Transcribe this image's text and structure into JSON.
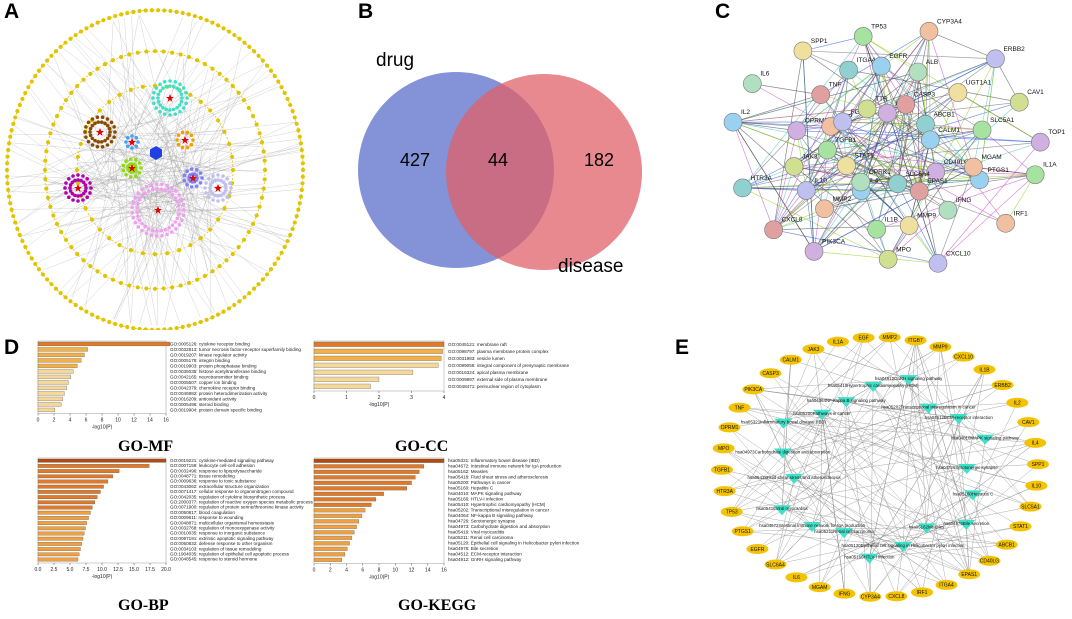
{
  "panels": {
    "a": {
      "label": "A"
    },
    "b": {
      "label": "B",
      "venn": {
        "left_label": "drug",
        "right_label": "disease",
        "left_only": "427",
        "overlap": "44",
        "right_only": "182"
      }
    },
    "c": {
      "label": "C",
      "nodes": [
        "IL1A",
        "PTGS1",
        "CD40LG",
        "IRF1",
        "IFNG",
        "EPAS1",
        "CXCL10",
        "MMP9",
        "SLC6A4",
        "MPO",
        "IL1B",
        "IL4",
        "PIK3CA",
        "MMP2",
        "OPRK1",
        "CXCL8",
        "IL10",
        "STAT1",
        "HTR3A",
        "JAK3",
        "TGFB1",
        "IL2",
        "OPRM1",
        "CRP",
        "IL6",
        "TNF",
        "FGF",
        "SPP1",
        "ITGA4",
        "TTR",
        "TP53",
        "EGFR",
        "ITGB7",
        "CYP3A4",
        "ALB",
        "CASP3",
        "ERBB2",
        "UGT1A1",
        "ABCB1",
        "CAV1",
        "SLC5A1",
        "CALM1",
        "TOP1",
        "MGAM"
      ]
    },
    "d": {
      "label": "D",
      "mf": {
        "title": "GO-MF",
        "xlabel": "-log10(P)",
        "ticks": [
          "0",
          "2",
          "4",
          "6",
          "8",
          "10",
          "12",
          "14",
          "16"
        ],
        "terms": [
          "GO:0005126: cytokine receptor binding",
          "GO:0032813: tumor necrosis factor-receptor superfamily binding",
          "GO:0019207: kinase regulator activity",
          "GO:0005178: integrin binding",
          "GO:0019903: protein phosphatase binding",
          "GO:0035035: histone acetyltransferase binding",
          "GO:0042165: neurotransmitter binding",
          "GO:0005507: copper ion binding",
          "GO:0042379: chemokine receptor binding",
          "GO:0046982: protein heterodimerization activity",
          "GO:0016209: antioxidant activity",
          "GO:0005496: steroid binding",
          "GO:0019904: protein domain specific binding"
        ],
        "values": [
          16.5,
          6.2,
          5.8,
          5.4,
          4.9,
          4.4,
          4.1,
          3.8,
          3.6,
          3.3,
          3.1,
          2.9,
          2.1
        ]
      },
      "cc": {
        "title": "GO-CC",
        "xlabel": "-log10(P)",
        "ticks": [
          "0",
          "1",
          "2",
          "3",
          "4"
        ],
        "terms": [
          "GO:0045121: membrane raft",
          "GO:0098797: plasma membrane protein complex",
          "GO:0031983: vesicle lumen",
          "GO:0099056: integral component of presynaptic membrane",
          "GO:0016324: apical plasma membrane",
          "GO:0009897: external side of plasma membrane",
          "GO:0048471: perinuclear region of cytoplasm"
        ],
        "values": [
          4.6,
          4.55,
          4.5,
          4.4,
          3.5,
          2.3,
          2.0
        ]
      },
      "bp": {
        "title": "GO-BP",
        "xlabel": "-log10(P)",
        "ticks": [
          "0.0",
          "2.5",
          "5.0",
          "7.5",
          "10.0",
          "12.5",
          "15.0",
          "17.5",
          "20.0"
        ],
        "terms": [
          "GO:0019221: cytokine-mediated signaling pathway",
          "GO:0007159: leukocyte cell-cell adhesion",
          "GO:0032496: response to lipopolysaccharide",
          "GO:0048771: tissue remodeling",
          "GO:0009636: response to toxic substance",
          "GO:0043062: extracellular structure organization",
          "GO:0071417: cellular response to organonitrogen compound",
          "GO:0042035: regulation of cytokine biosynthetic process",
          "GO:2000377: regulation of reactive oxygen species metabolic process",
          "GO:0071900: regulation of protein serine/threonine kinase activity",
          "GO:0050817: blood coagulation",
          "GO:0009611: response to wounding",
          "GO:0048871: multicellular organismal homeostasis",
          "GO:0032768: regulation of monooxygenase activity",
          "GO:0010035: response to inorganic substance",
          "GO:0097191: extrinsic apoptotic signaling pathway",
          "GO:0050832: defense response to other organism",
          "GO:0034103: regulation of tissue remodeling",
          "GO:1904035: regulation of epithelial cell apoptotic process",
          "GO:0048545: response to steroid hormone"
        ],
        "values": [
          20.5,
          17.8,
          13.0,
          12.0,
          11.2,
          10.5,
          10.0,
          9.5,
          9.1,
          8.7,
          8.4,
          8.1,
          7.8,
          7.6,
          7.4,
          7.2,
          7.0,
          6.8,
          6.6,
          6.4
        ]
      },
      "kegg": {
        "title": "GO-KEGG",
        "xlabel": "-log10(P)",
        "ticks": [
          "0",
          "2",
          "4",
          "6",
          "8",
          "10",
          "12",
          "14",
          "16"
        ],
        "terms": [
          "hsa05321: Inflammatory bowel disease (IBD)",
          "hsa04672: Intestinal immune network for IgA production",
          "hsa05162: Measles",
          "hsa05418: Fluid shear stress and atherosclerosis",
          "hsa05200: Pathways in cancer",
          "hsa05160: Hepatitis C",
          "hsa04010: MAPK signaling pathway",
          "hsa05166: HTLV-I infection",
          "hsa05410: Hypertrophic cardiomyopathy (HCM)",
          "hsa05202: Transcriptional misregulation in cancer",
          "hsa04064: NF-kappa B signaling pathway",
          "hsa04726: Serotonergic synapse",
          "hsa04973: Carbohydrate digestion and absorption",
          "hsa05416: Viral myocarditis",
          "hsa05211: Renal cell carcinoma",
          "hsa05120: Epithelial cell signaling in Helicobacter pylori infection",
          "hsa04976: Bile secretion",
          "hsa04512: ECM-receptor interaction",
          "hsa04912: GnRH signaling pathway"
        ],
        "values": [
          16.8,
          14.2,
          13.6,
          13.1,
          12.6,
          12.0,
          9.0,
          8.0,
          7.4,
          6.6,
          6.2,
          5.8,
          5.5,
          5.2,
          4.9,
          4.6,
          4.3,
          4.0,
          3.6
        ]
      }
    },
    "e": {
      "label": "E",
      "genes": [
        "CALM1",
        "JAK3",
        "IL1A",
        "EGF",
        "MMP2",
        "ITGB7",
        "MMP9",
        "CXCL10",
        "IL1B",
        "ERBB2",
        "IL2",
        "CAV1",
        "IL4",
        "SPP1",
        "IL10",
        "SLC5A1",
        "STAT1",
        "ABCB1",
        "CD40LG",
        "EPAS1",
        "ITGA4",
        "IRF1",
        "CXCL8",
        "CYP3A4",
        "IFNG",
        "MGAM",
        "IL6",
        "SLC6A4",
        "EGFR",
        "PTGS1",
        "TP53",
        "HTR3A",
        "TGFB1",
        "MPO",
        "OPRM1",
        "TNF",
        "PIK3CA",
        "CASP3"
      ],
      "pathways": [
        "hsa04064NF-kappa B signaling pathway",
        "hsa05410Hypertrophic cardiomyopathy (HCM)",
        "hsa04912GnRH signaling pathway",
        "hsa05202Transcriptional misregulation in cancer",
        "hsa04512ECM-receptor interaction",
        "hsa04010MAPK signaling pathway",
        "hsa04726Serotonergic synapse",
        "hsa05160Hepatitis C",
        "hsa04976Bile secretion",
        "hsa05162Measles",
        "hsa05120Epithelial cell signaling in Helicobacter pylori infection",
        "hsa05166HTLV-I infection",
        "hsa05211Renal cell carcinoma",
        "hsa04672Intestinal immune network for IgA production",
        "hsa05416Viral myocarditis",
        "hsa05418Fluid shear stress and atherosclerosis",
        "hsa04973Carbohydrate digestion and absorption",
        "hsa05321Inflammatory bowel disease (IBD)",
        "hsa05200Pathways in cancer"
      ]
    }
  },
  "colors": {
    "venn_left": "#6f7fd0",
    "venn_right": "#e0606a",
    "bar_dark": "#b34a0f",
    "bar_mid": "#e89a3c",
    "bar_light": "#f6d79a",
    "node_yellow": "#f3c200",
    "node_cyan": "#3fe0c8",
    "ring": "#e0c400"
  }
}
